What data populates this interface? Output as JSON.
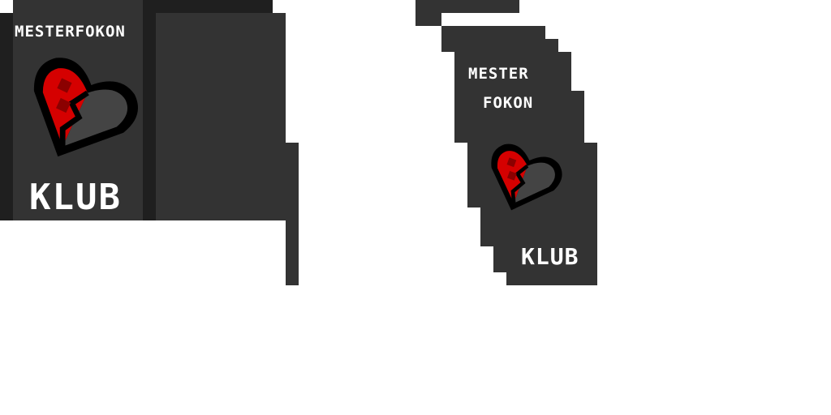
{
  "left_panel": {
    "title": "MESTERFOKON",
    "footer": "KLUB",
    "heart_icon": "broken-heart-icon"
  },
  "right_panel": {
    "title_line1": "MESTER",
    "title_line2": "FOKON",
    "footer": "KLUB",
    "heart_icon": "broken-heart-icon"
  },
  "colors": {
    "panel": "#333333",
    "panel_dark": "#1f1f1f",
    "heart_red": "#d50000",
    "heart_dark_red": "#8b0000",
    "heart_grey": "#444444",
    "outline": "#000000",
    "text": "#ffffff"
  }
}
